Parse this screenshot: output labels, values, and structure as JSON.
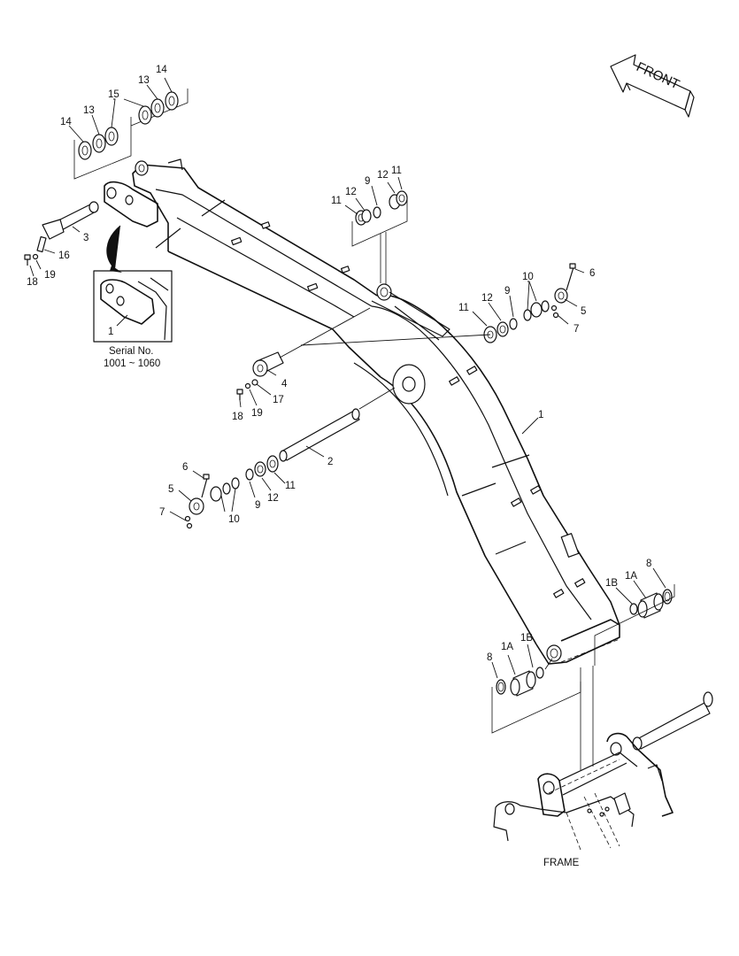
{
  "front_arrow_label": "FRONT",
  "inset": {
    "caption_line1": "Serial No.",
    "caption_line2": "1001 ~ 1060",
    "part_label": "1"
  },
  "frame_label": "FRAME",
  "callouts": {
    "c14a": "14",
    "c13a": "13",
    "c15": "15",
    "c13b": "13",
    "c14b": "14",
    "c3": "3",
    "c16": "16",
    "c18a": "18",
    "c19a": "19",
    "c11a": "11",
    "c12a": "12",
    "c9a": "9",
    "c12b": "12",
    "c11b": "11",
    "c11c": "11",
    "c12c": "12",
    "c9b": "9",
    "c10a": "10",
    "c6a": "6",
    "c5a": "5",
    "c7a": "7",
    "c4": "4",
    "c17": "17",
    "c18b": "18",
    "c19b": "19",
    "c1": "1",
    "c2": "2",
    "c6b": "6",
    "c5b": "5",
    "c7b": "7",
    "c10b": "10",
    "c9c": "9",
    "c12d": "12",
    "c11d": "11",
    "c1Ba": "1B",
    "c1Aa": "1A",
    "c8a": "8",
    "c8b": "8",
    "c1Ab": "1A",
    "c1Bb": "1B"
  }
}
